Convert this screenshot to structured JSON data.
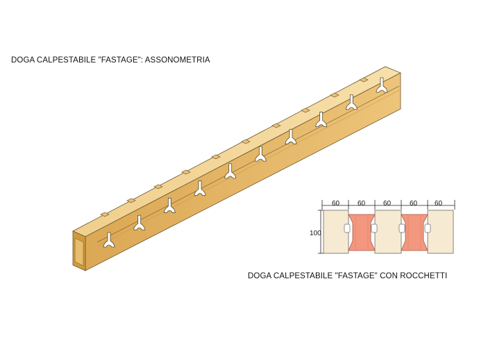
{
  "titles": {
    "isometric": "DOGA CALPESTABILE \"FASTAGE\": ASSONOMETRIA",
    "detail": "DOGA CALPESTABILE \"FASTAGE\" CON ROCCHETTI"
  },
  "detail": {
    "widths": [
      "60",
      "60",
      "60",
      "60",
      "60"
    ],
    "height": "100"
  },
  "colors": {
    "board_top": "#f2d699",
    "board_side": "#e2b25f",
    "board_end": "#d19c3d",
    "spool": "#f59a84",
    "outline": "#5a4a2a"
  }
}
